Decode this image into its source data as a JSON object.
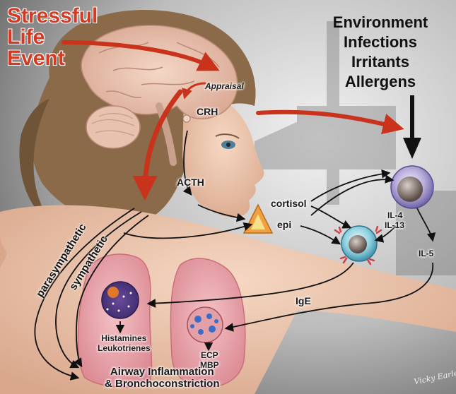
{
  "stressor": [
    "Stressful",
    "Life",
    "Event"
  ],
  "environment": [
    "Environment",
    "Infections",
    "Irritants",
    "Allergens"
  ],
  "labels": {
    "appraisal": "Appraisal",
    "crh": "CRH",
    "acth": "ACTH",
    "cortisol": "cortisol",
    "epi": "epi",
    "il4": "IL-4",
    "il13": "IL-13",
    "il5": "IL-5",
    "ige": "IgE",
    "parasympathetic": "parasympathetic",
    "sympathetic": "sympathetic",
    "histamines": "Histamines",
    "leukotrienes": "Leukotrienes",
    "ecp": "ECP",
    "mbp": "MBP",
    "outcome_line1": "Airway Inflammation",
    "outcome_line2": "& Bronchoconstriction",
    "signature": "Vicky Earle"
  },
  "colors": {
    "stress_red": "#d23a22",
    "arrow_black": "#111111",
    "lung_pink": "#e9a3ab",
    "cell_purple": "#a89ac8",
    "cell_teal": "#7fc6d6",
    "adrenal_orange": "#f0a040"
  }
}
